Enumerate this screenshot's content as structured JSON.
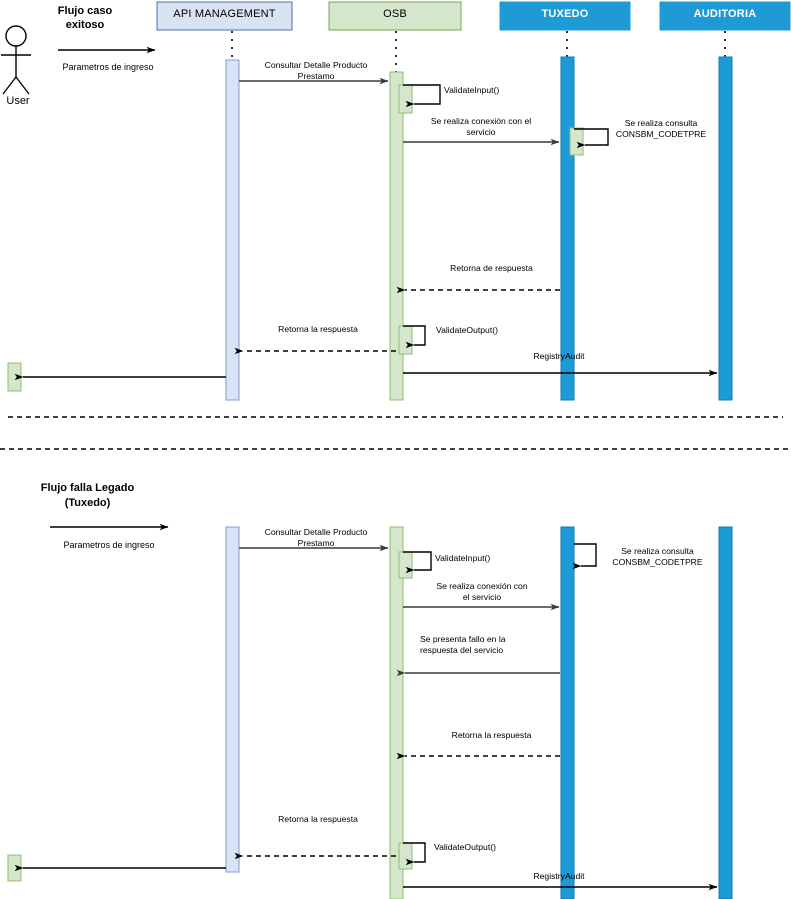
{
  "diagram": {
    "type": "uml-sequence-diagram",
    "colors": {
      "api_fill": "#dae3f3",
      "api_stroke": "#4472a8",
      "osb_fill": "#d6e6cd",
      "osb_stroke": "#70ad47",
      "tuxedo_fill": "#1e9bd7",
      "tuxedo_stroke": "#0f7bb0",
      "auditoria_fill": "#1e9bd7",
      "auditoria_stroke": "#0f7bb0",
      "arrow_dark": "#3b3b3b",
      "arrow_black": "#000000",
      "text": "#000000",
      "separator": "#000000"
    },
    "lifelines": [
      {
        "id": "api",
        "label": "API MANAGEMENT",
        "fill": "#dae3f3",
        "stroke": "#4472a8",
        "text_color": "#000000"
      },
      {
        "id": "osb",
        "label": "OSB",
        "fill": "#d6e6cd",
        "stroke": "#70ad47",
        "text_color": "#000000"
      },
      {
        "id": "tuxedo",
        "label": "TUXEDO",
        "fill": "#1e9bd7",
        "stroke": "#1e9bd7",
        "text_color": "#ffffff"
      },
      {
        "id": "auditoria",
        "label": "AUDITORIA",
        "fill": "#1e9bd7",
        "stroke": "#1e9bd7",
        "text_color": "#ffffff"
      }
    ],
    "actor": {
      "label": "User",
      "entry_label": "Parametros de ingreso"
    },
    "flows": [
      {
        "id": "flujo-exitoso",
        "title_line1": "Flujo caso",
        "title_line2": "exitoso",
        "entry_label": "Parametros de ingreso",
        "messages": [
          {
            "id": "m1",
            "label_line1": "Consultar Detalle Producto",
            "label_line2": "Prestamo",
            "from": "api",
            "to": "osb",
            "kind": "call"
          },
          {
            "id": "m2",
            "label_line1": "ValidateInput()",
            "label_line2": "",
            "from": "osb",
            "to": "osb",
            "kind": "self"
          },
          {
            "id": "m3",
            "label_line1": "Se realiza conexión con el",
            "label_line2": "servicio",
            "from": "osb",
            "to": "tuxedo",
            "kind": "call"
          },
          {
            "id": "m4",
            "label_line1": "Se realiza consulta",
            "label_line2": "CONSBM_CODETPRE",
            "from": "tuxedo",
            "to": "tuxedo",
            "kind": "self"
          },
          {
            "id": "m5",
            "label_line1": "Retorna de respuesta",
            "label_line2": "",
            "from": "tuxedo",
            "to": "osb",
            "kind": "return"
          },
          {
            "id": "m6",
            "label_line1": "ValidateOutput()",
            "label_line2": "",
            "from": "osb",
            "to": "osb",
            "kind": "self"
          },
          {
            "id": "m7",
            "label_line1": "Retorna la respuesta",
            "label_line2": "",
            "from": "osb",
            "to": "api",
            "kind": "return"
          },
          {
            "id": "m8",
            "label_line1": "RegistryAudit",
            "label_line2": "",
            "from": "osb",
            "to": "auditoria",
            "kind": "call"
          },
          {
            "id": "m9",
            "label_line1": "",
            "label_line2": "",
            "from": "api",
            "to": "user",
            "kind": "call"
          }
        ]
      },
      {
        "id": "flujo-falla-legado",
        "title_line1": "Flujo falla Legado",
        "title_line2": "(Tuxedo)",
        "entry_label": "Parametros de ingreso",
        "messages": [
          {
            "id": "n1",
            "label_line1": "Consultar Detalle Producto",
            "label_line2": "Prestamo",
            "from": "api",
            "to": "osb",
            "kind": "call"
          },
          {
            "id": "n2",
            "label_line1": "ValidateInput()",
            "label_line2": "",
            "from": "osb",
            "to": "osb",
            "kind": "self"
          },
          {
            "id": "n3",
            "label_line1": "Se realiza consulta",
            "label_line2": "CONSBM_CODETPRE",
            "from": "tuxedo",
            "to": "tuxedo",
            "kind": "self"
          },
          {
            "id": "n4",
            "label_line1": "Se realiza conexión con",
            "label_line2": "el servicio",
            "from": "osb",
            "to": "tuxedo",
            "kind": "call"
          },
          {
            "id": "n5",
            "label_line1": "Se presenta fallo en la",
            "label_line2": "respuesta del servicio",
            "from": "tuxedo",
            "to": "osb",
            "kind": "call"
          },
          {
            "id": "n6",
            "label_line1": "Retorna la respuesta",
            "label_line2": "",
            "from": "tuxedo",
            "to": "osb",
            "kind": "return"
          },
          {
            "id": "n7",
            "label_line1": "Retorna la respuesta",
            "label_line2": "",
            "from": "osb",
            "to": "api",
            "kind": "return"
          },
          {
            "id": "n8",
            "label_line1": "ValidateOutput()",
            "label_line2": "",
            "from": "osb",
            "to": "osb",
            "kind": "self"
          },
          {
            "id": "n9",
            "label_line1": "RegistryAudit",
            "label_line2": "",
            "from": "osb",
            "to": "auditoria",
            "kind": "call"
          },
          {
            "id": "n10",
            "label_line1": "",
            "label_line2": "",
            "from": "api",
            "to": "user",
            "kind": "call"
          }
        ]
      }
    ]
  }
}
